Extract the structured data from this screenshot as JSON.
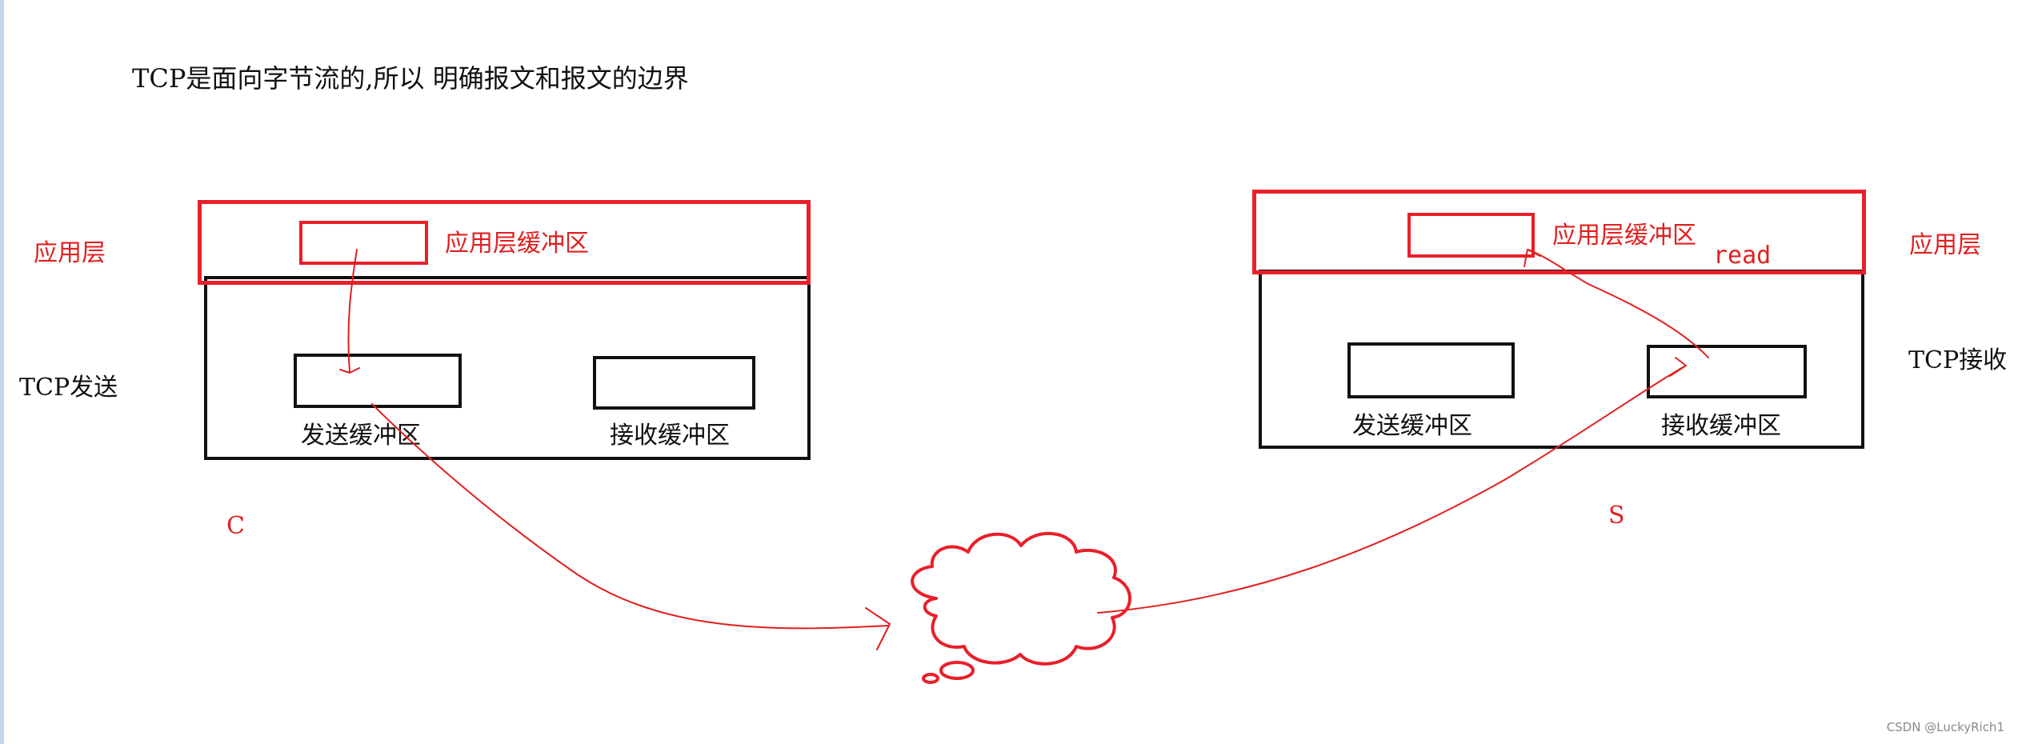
{
  "title": "TCP是面向字节流的,所以 明确报文和报文的边界",
  "client": {
    "app_layer_label": "应用层",
    "tcp_label": "TCP发送",
    "app_buffer_label": "应用层缓冲区",
    "send_buffer_label": "发送缓冲区",
    "recv_buffer_label": "接收缓冲区",
    "host_letter": "C"
  },
  "server": {
    "app_layer_label": "应用层",
    "tcp_label": "TCP接收",
    "app_buffer_label": "应用层缓冲区",
    "read_label": "read",
    "send_buffer_label": "发送缓冲区",
    "recv_buffer_label": "接收缓冲区",
    "host_letter": "S"
  },
  "colors": {
    "annotation_red": "#e8202a",
    "box_black": "#111111"
  },
  "watermark": "CSDN @LuckyRich1"
}
